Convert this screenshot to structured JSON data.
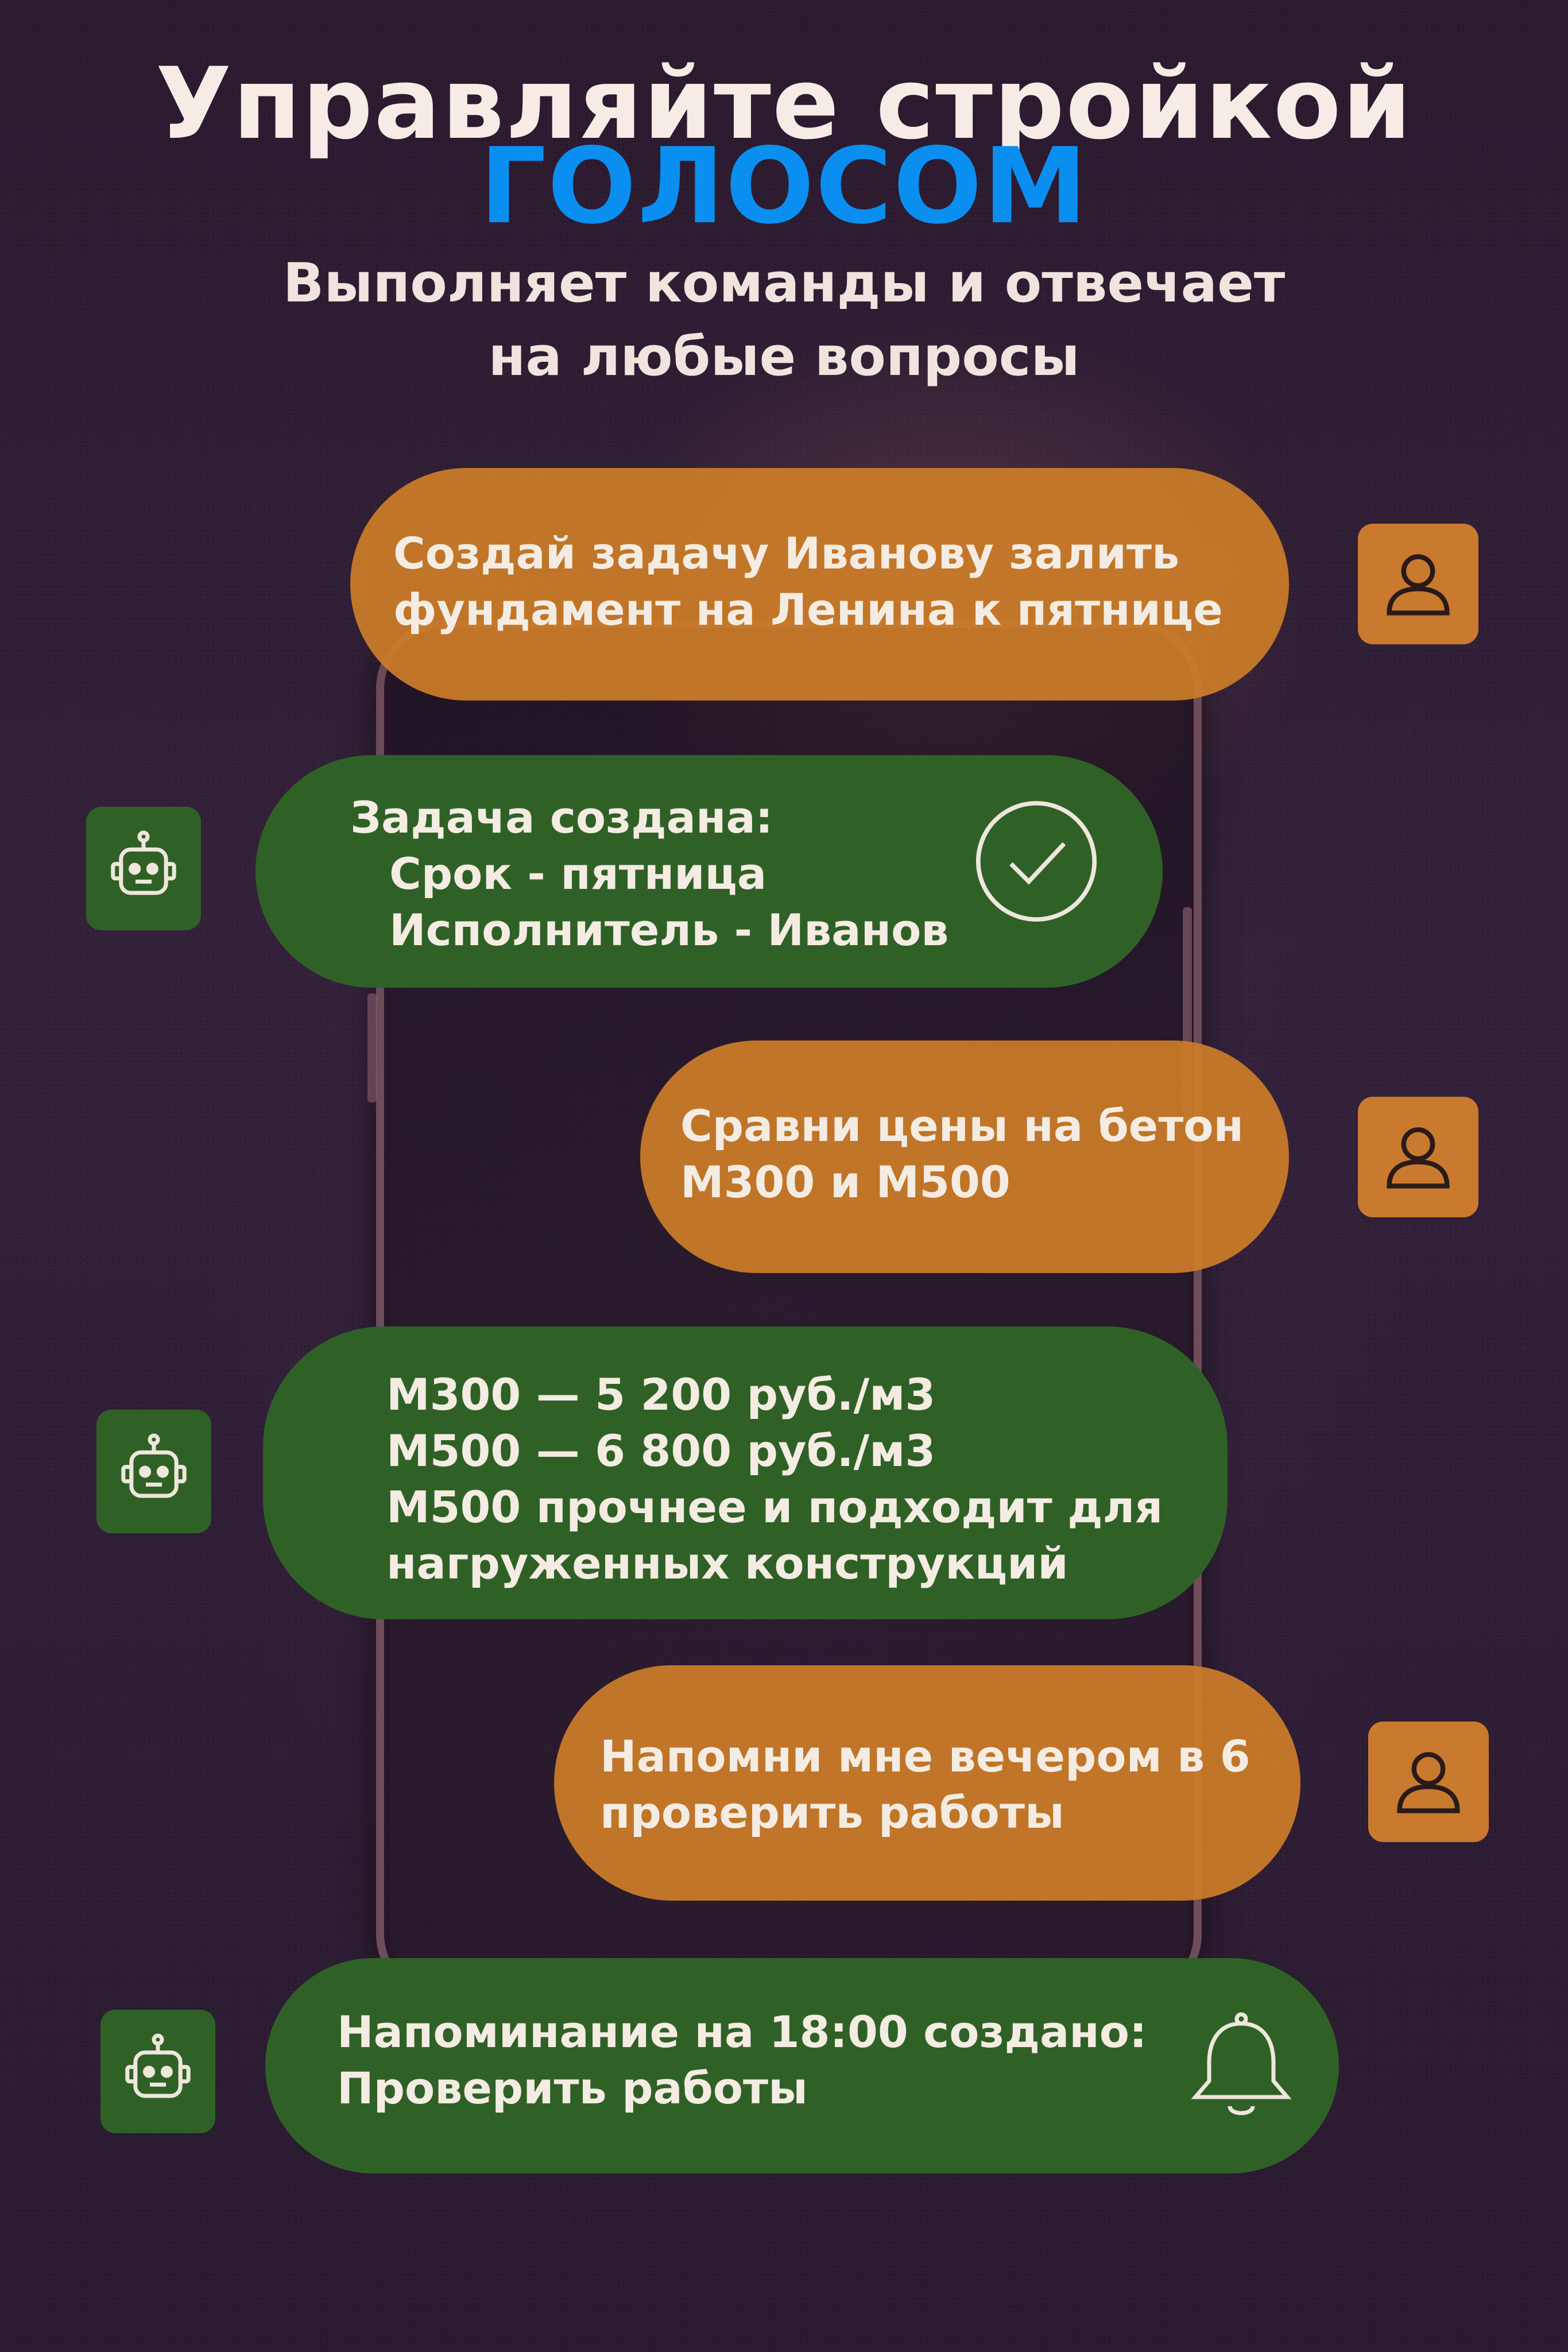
{
  "header": {
    "title_line1": "Управляйте стройкой",
    "title_line2": "голосом",
    "subtitle_line1": "Выполняет команды и отвечает",
    "subtitle_line2": "на любые вопросы"
  },
  "messages": [
    {
      "from": "user",
      "lines": [
        "Создай задачу Иванову залить",
        "фундамент на Ленина к пятнице"
      ]
    },
    {
      "from": "bot",
      "lines": [
        "Задача создана:",
        "Срок - пятница",
        "Исполнитель - Иванов"
      ],
      "icon": "checkmark-icon"
    },
    {
      "from": "user",
      "lines": [
        "Сравни цены на бетон",
        "М300 и М500"
      ]
    },
    {
      "from": "bot",
      "lines": [
        "М300 — 5 200 руб./м3",
        "М500 — 6 800 руб./м3",
        "М500 прочнее и подходит для",
        "нагруженных конструкций"
      ]
    },
    {
      "from": "user",
      "lines": [
        "Напомни мне вечером в 6",
        "проверить работы"
      ]
    },
    {
      "from": "bot",
      "lines": [
        "Напоминание на 18:00 создано:",
        "Проверить работы"
      ],
      "icon": "bell-icon"
    }
  ],
  "colors": {
    "title": "#f6ece6",
    "accent_blue": "#0a8ff0",
    "user_bubble": "#cd7d28",
    "bot_bubble": "#2f6127",
    "background": "#2b1a2e"
  },
  "icons": {
    "user_avatar": "user-icon",
    "bot_avatar": "robot-icon"
  }
}
